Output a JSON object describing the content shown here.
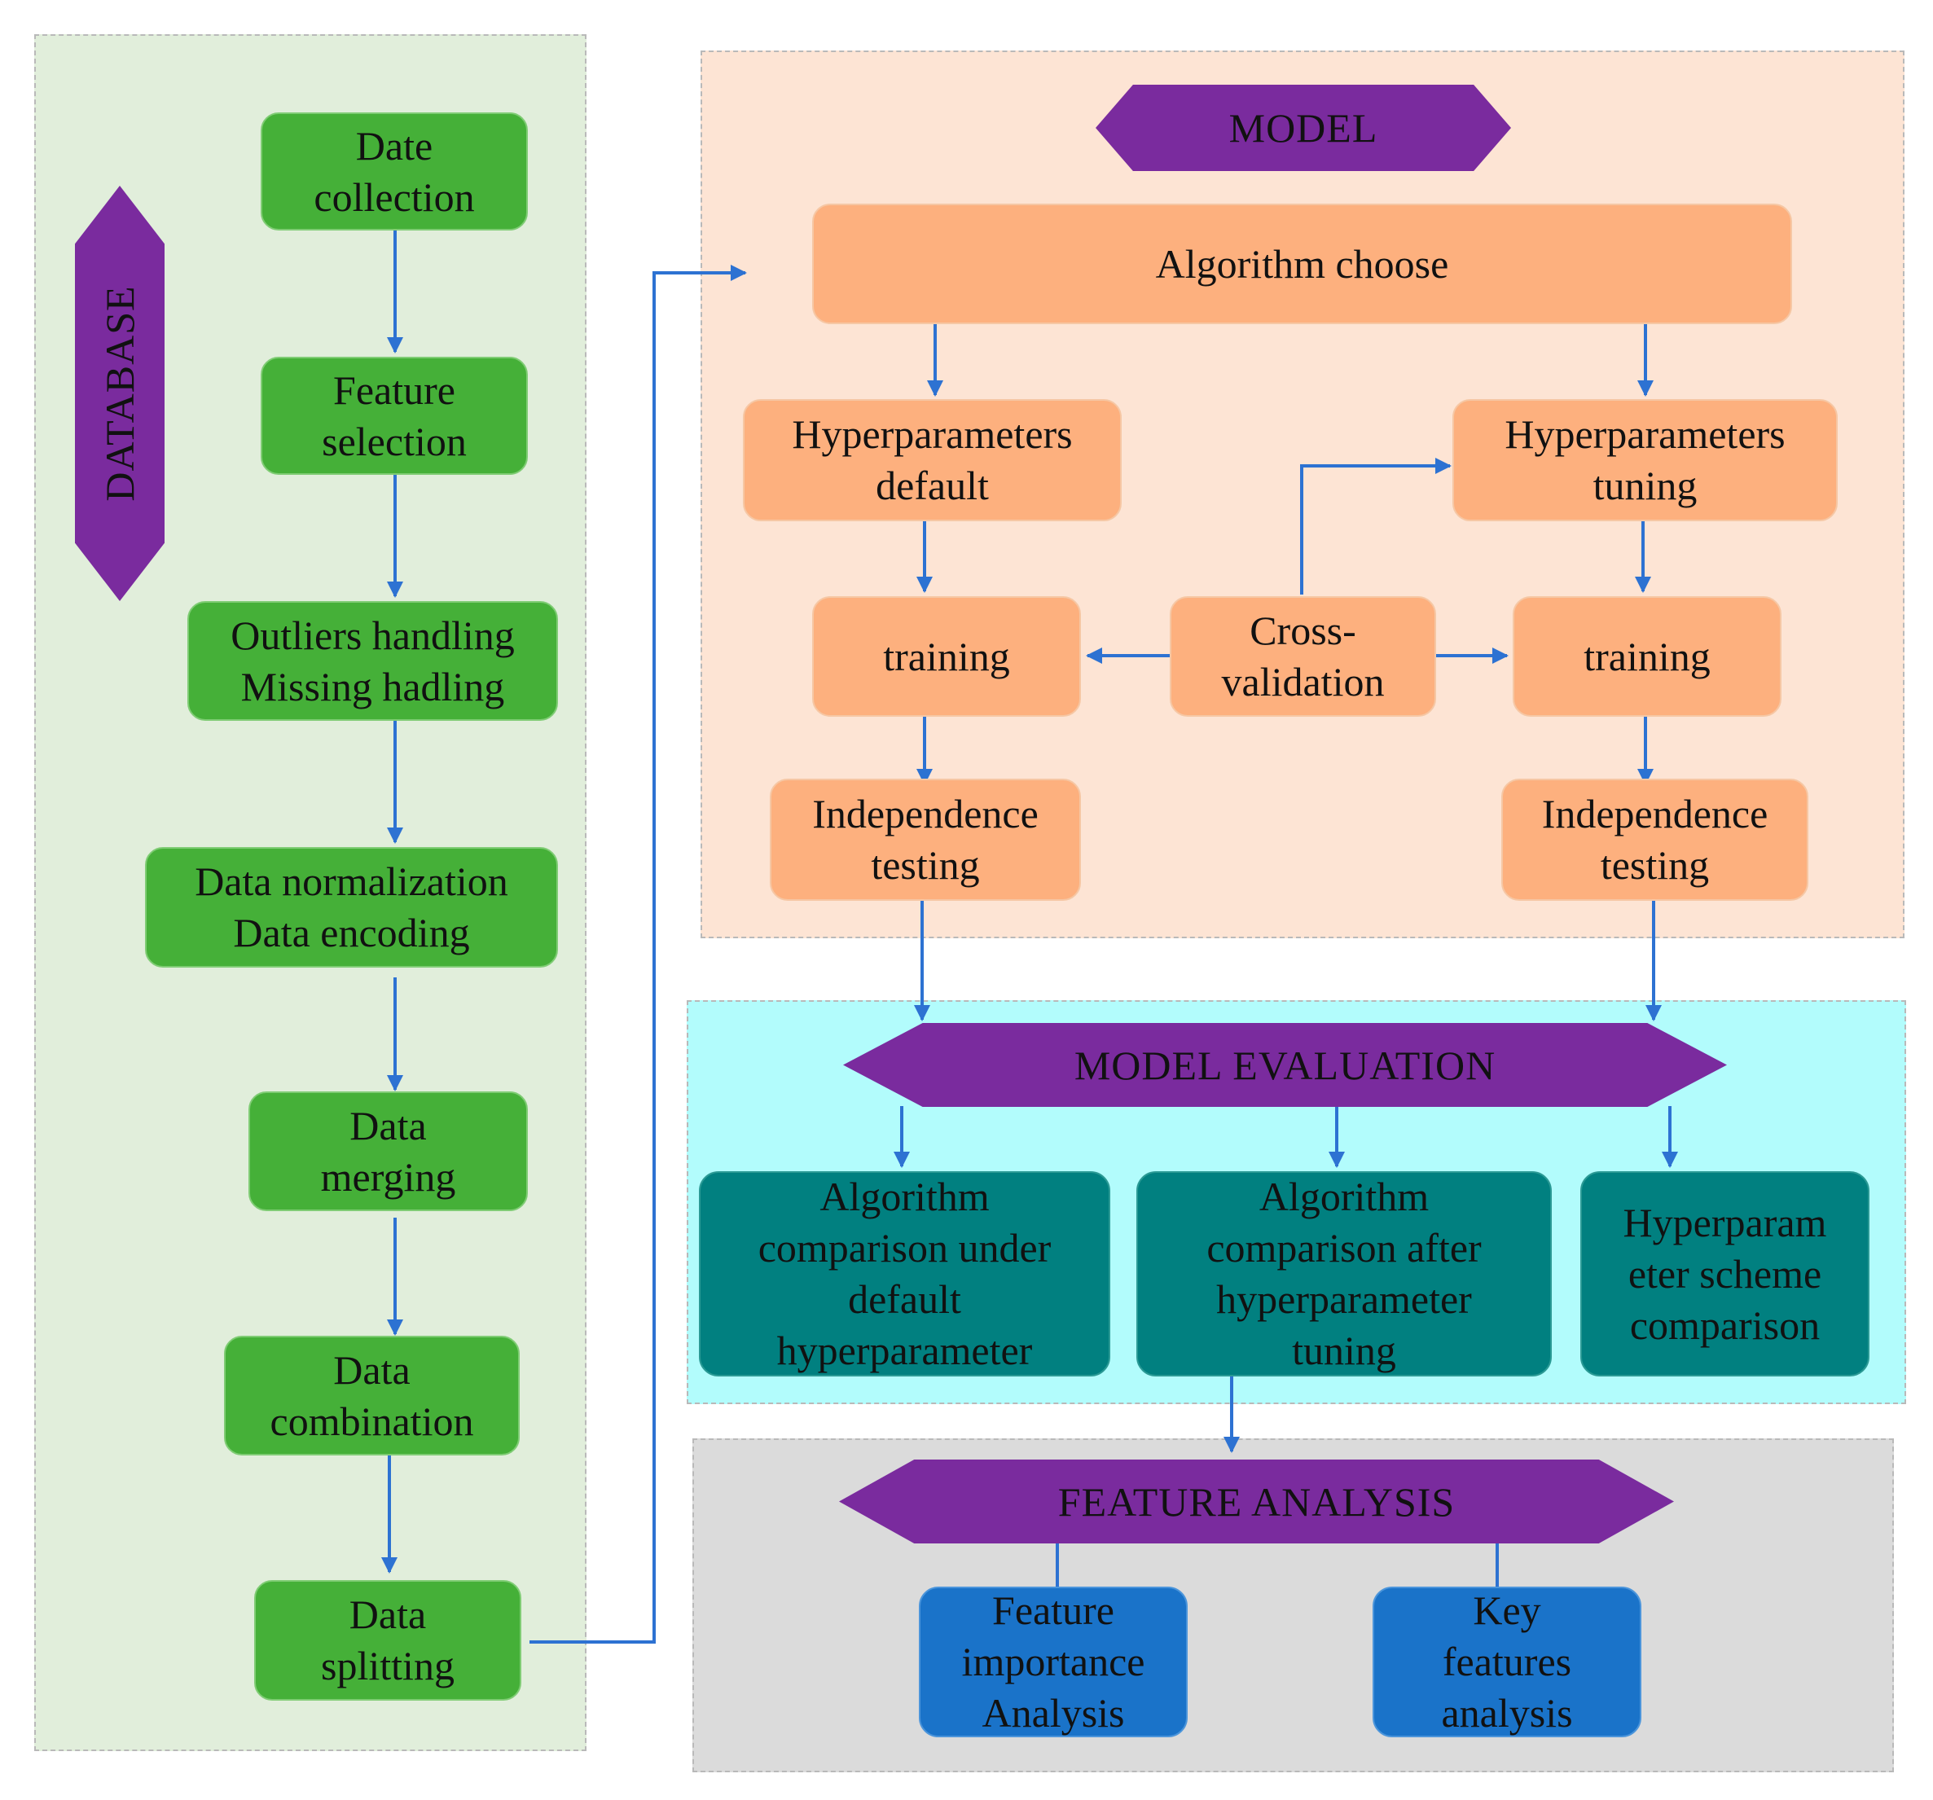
{
  "colors": {
    "database_panel": "#e1eedb",
    "model_panel": "#fde4d4",
    "evaluation_panel": "#b2fcfc",
    "feature_panel": "#dbdbdb",
    "hexagon": "#7a2b9e",
    "arrow": "#2d72d2"
  },
  "database": {
    "label": "DATABASE",
    "steps": [
      "Date\ncollection",
      "Feature\nselection",
      "Outliers handling\nMissing hadling",
      "Data normalization\nData encoding",
      "Data\nmerging",
      "Data\ncombination",
      "Data\nsplitting"
    ]
  },
  "model": {
    "label": "MODEL",
    "algorithm": "Algorithm choose",
    "hp_default": "Hyperparameters\ndefault",
    "hp_tuning": "Hyperparameters\ntuning",
    "training_left": "training",
    "cross_validation": "Cross-\nvalidation",
    "training_right": "training",
    "test_left": "Independence\ntesting",
    "test_right": "Independence\ntesting"
  },
  "evaluation": {
    "label": "MODEL  EVALUATION",
    "items": [
      "Algorithm\ncomparison under\ndefault\nhyperparameter",
      "Algorithm\ncomparison after\nhyperparameter\ntuning",
      "Hyperparam\neter scheme\ncomparison"
    ]
  },
  "features": {
    "label": "FEATURE ANALYSIS",
    "items": [
      "Feature\nimportance\nAnalysis",
      "Key\nfeatures\nanalysis"
    ]
  }
}
